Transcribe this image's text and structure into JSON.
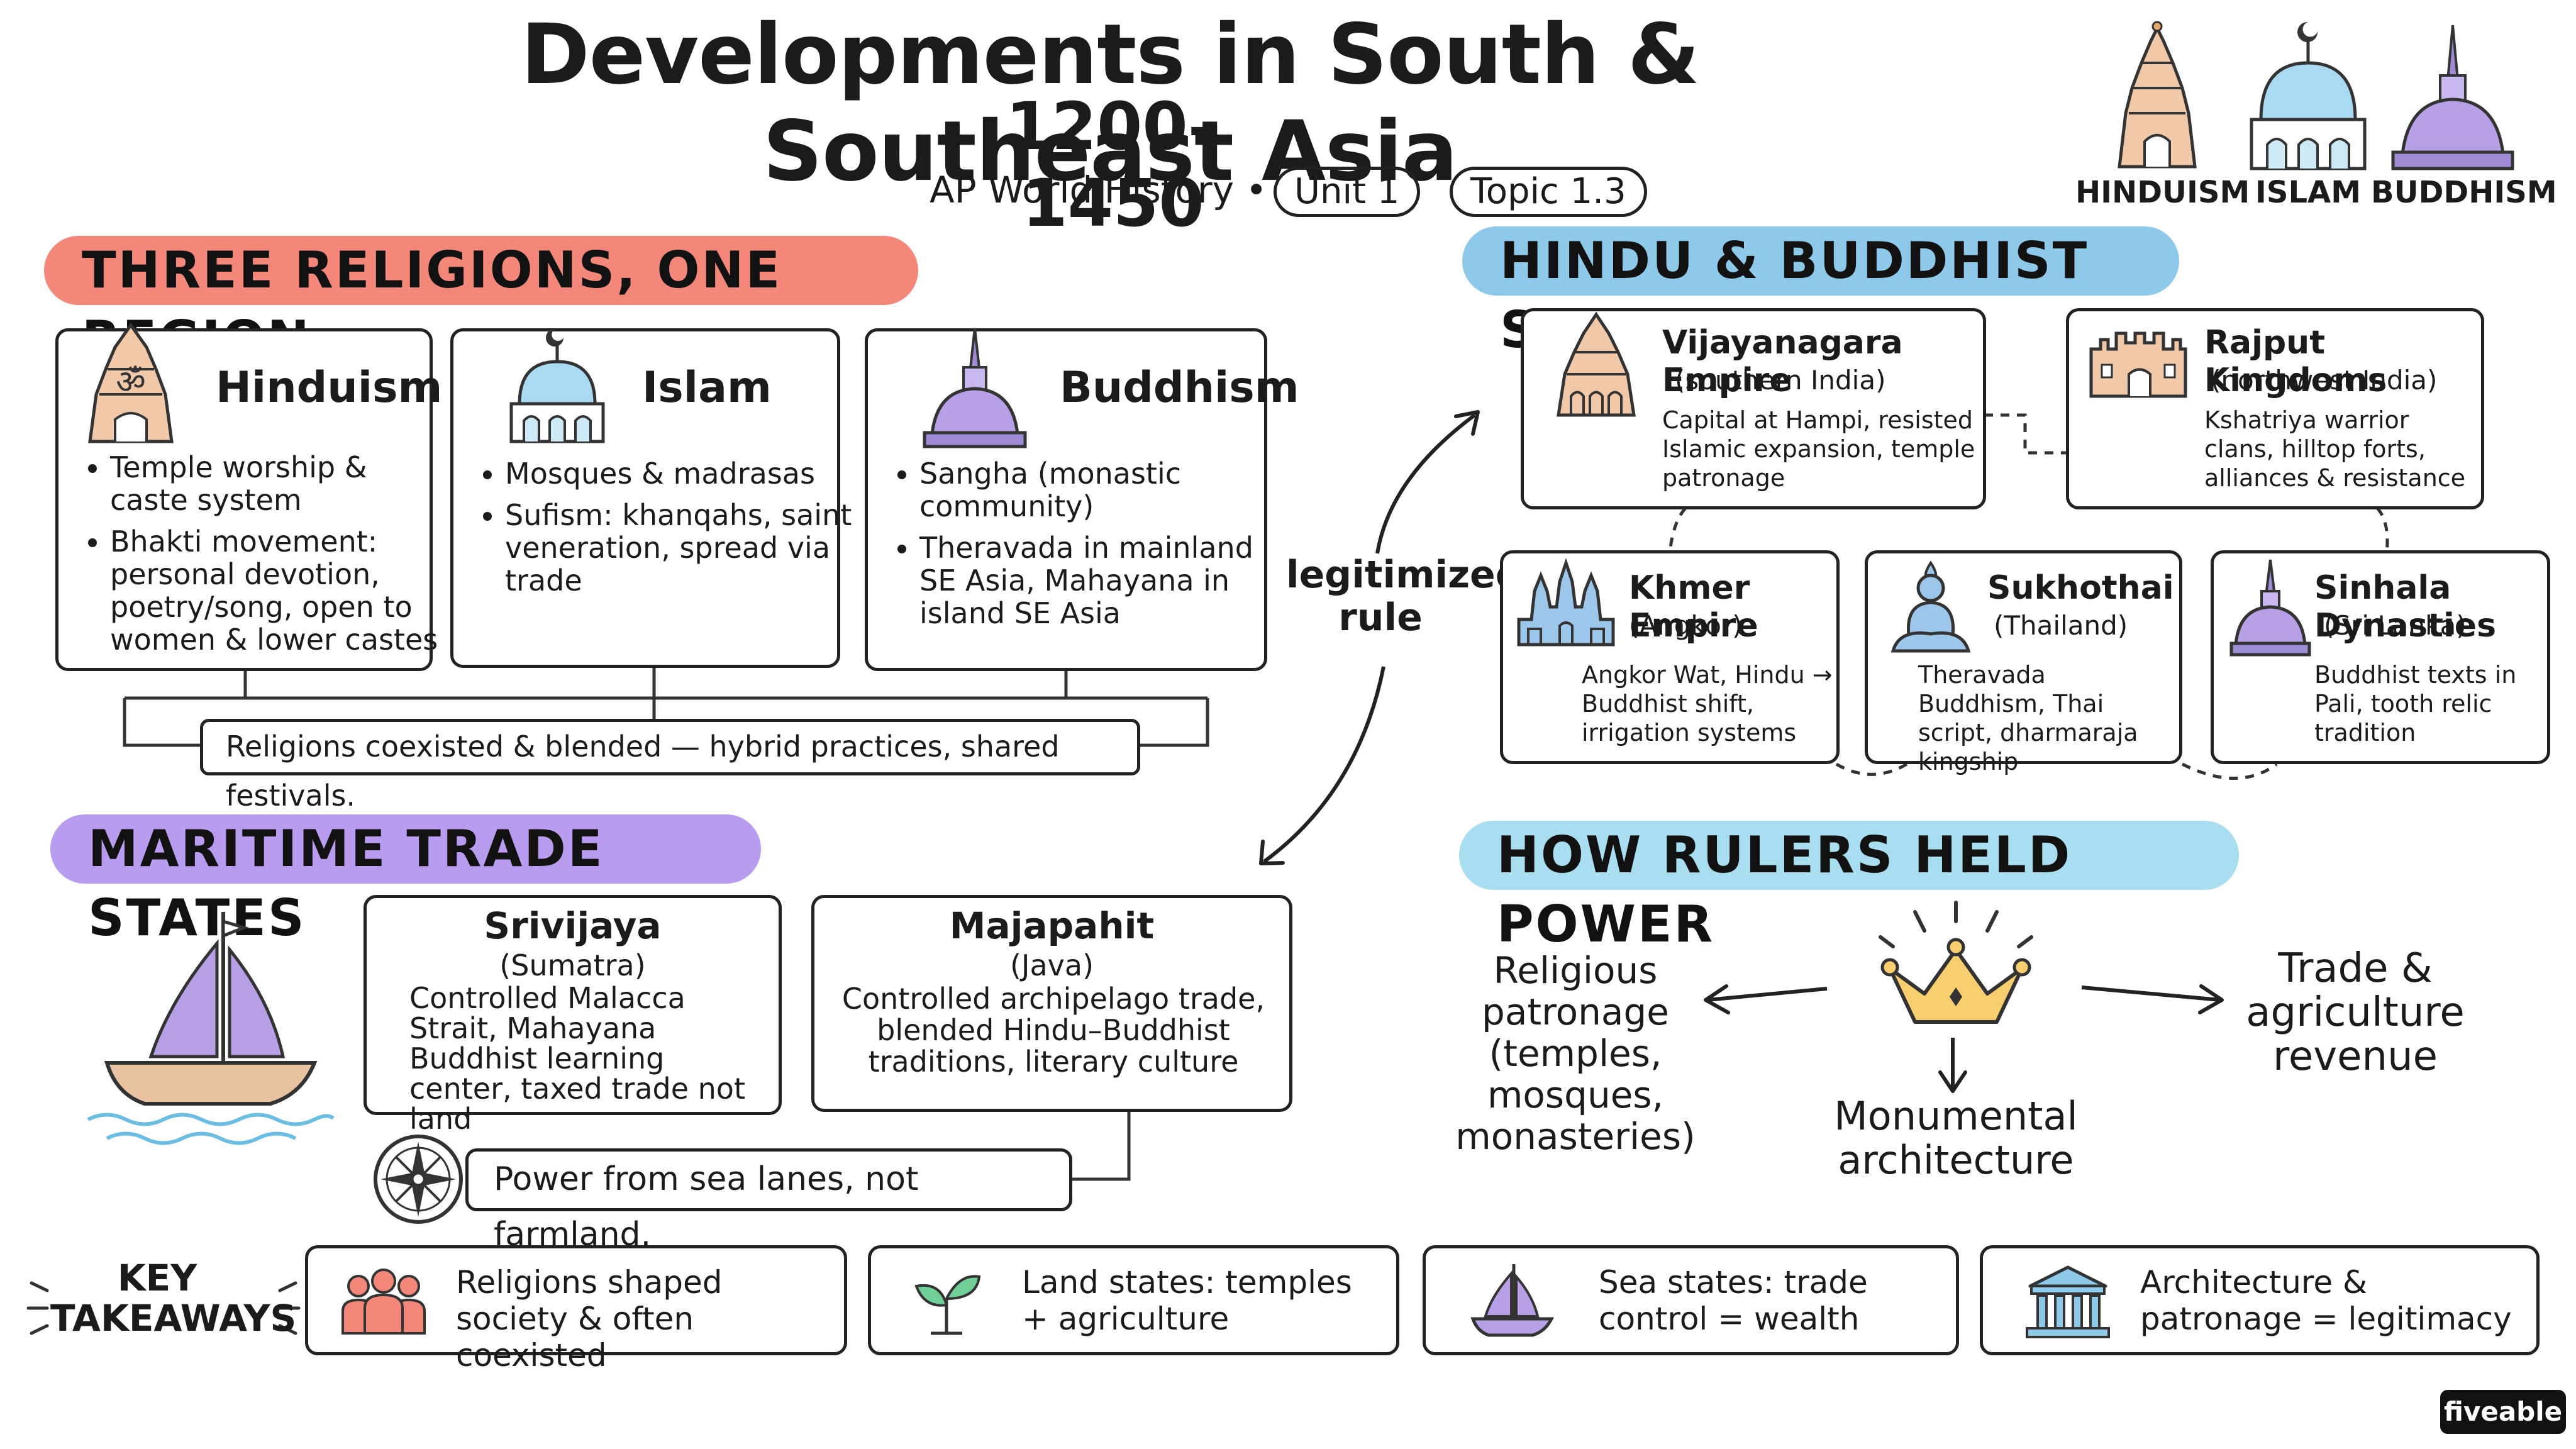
{
  "header": {
    "title": "Developments in South & Southeast Asia",
    "years": "1200–1450",
    "course": "AP World History •",
    "unit": "Unit 1",
    "topic": "Topic 1.3"
  },
  "legend_icons": [
    {
      "label": "HINDUISM",
      "icon": "hindu-temple-icon"
    },
    {
      "label": "ISLAM",
      "icon": "mosque-icon"
    },
    {
      "label": "BUDDHISM",
      "icon": "stupa-icon"
    }
  ],
  "religions": {
    "heading": "THREE RELIGIONS, ONE REGION",
    "hinduism": {
      "title": "Hinduism",
      "points": [
        "Temple worship & caste system",
        "Bhakti movement: personal devotion, poetry/song, open to women & lower castes"
      ]
    },
    "islam": {
      "title": "Islam",
      "points": [
        "Mosques & madrasas",
        "Sufism: khanqahs, saint veneration, spread via trade"
      ]
    },
    "buddhism": {
      "title": "Buddhism",
      "points": [
        "Sangha (monastic community)",
        "Theravada in mainland SE Asia, Mahayana in island SE Asia"
      ]
    },
    "summary": "Religions coexisted & blended — hybrid practices, shared festivals."
  },
  "connector_label": "legitimized rule",
  "maritime": {
    "heading": "MARITIME TRADE STATES",
    "srivijaya": {
      "title": "Srivijaya",
      "sub": "(Sumatra)",
      "desc": "Controlled Malacca Strait, Mahayana Buddhist learning center, taxed trade not land"
    },
    "majapahit": {
      "title": "Majapahit",
      "sub": "(Java)",
      "desc": "Controlled archipelago trade, blended Hindu–Buddhist traditions, literary culture"
    },
    "summary": "Power from sea lanes, not farmland."
  },
  "hindu_buddhist": {
    "heading": "HINDU & BUDDHIST STATES",
    "states": [
      {
        "title": "Vijayanagara Empire",
        "sub": "(southern India)",
        "desc": "Capital at Hampi, resisted Islamic expansion, temple patronage"
      },
      {
        "title": "Rajput Kingdoms",
        "sub": "(northwest India)",
        "desc": "Kshatriya warrior clans, hilltop forts, alliances & resistance"
      },
      {
        "title": "Khmer Empire",
        "sub": "(Angkor)",
        "desc": "Angkor Wat, Hindu → Buddhist shift, irrigation systems"
      },
      {
        "title": "Sukhothai",
        "sub": "(Thailand)",
        "desc": "Theravada Buddhism, Thai script, dharmaraja kingship"
      },
      {
        "title": "Sinhala Dynasties",
        "sub": "(Sri Lanka)",
        "desc": "Buddhist texts in Pali, tooth relic tradition"
      }
    ]
  },
  "power": {
    "heading": "HOW RULERS HELD POWER",
    "left": "Religious patronage (temples, mosques, monasteries)",
    "right": "Trade & agriculture revenue",
    "bottom": "Monumental architecture"
  },
  "takeaways": {
    "heading": "KEY TAKEAWAYS",
    "items": [
      {
        "text": "Religions shaped society & often coexisted",
        "icon": "people-icon"
      },
      {
        "text": "Land states: temples + agriculture",
        "icon": "sprout-icon"
      },
      {
        "text": "Sea states: trade control = wealth",
        "icon": "boat-icon"
      },
      {
        "text": "Architecture & patronage = legitimacy",
        "icon": "columns-building-icon"
      }
    ]
  },
  "brand": "fiveable",
  "colors": {
    "religions_banner": "#f3877a",
    "hindu_banner": "#8ec9ea",
    "maritime_banner": "#b99cf0",
    "power_banner": "#a9def0",
    "temple": "#f2c9a8",
    "mosque": "#a9daf2",
    "stupa": "#b7a0e6",
    "crown": "#f7cf6e"
  }
}
